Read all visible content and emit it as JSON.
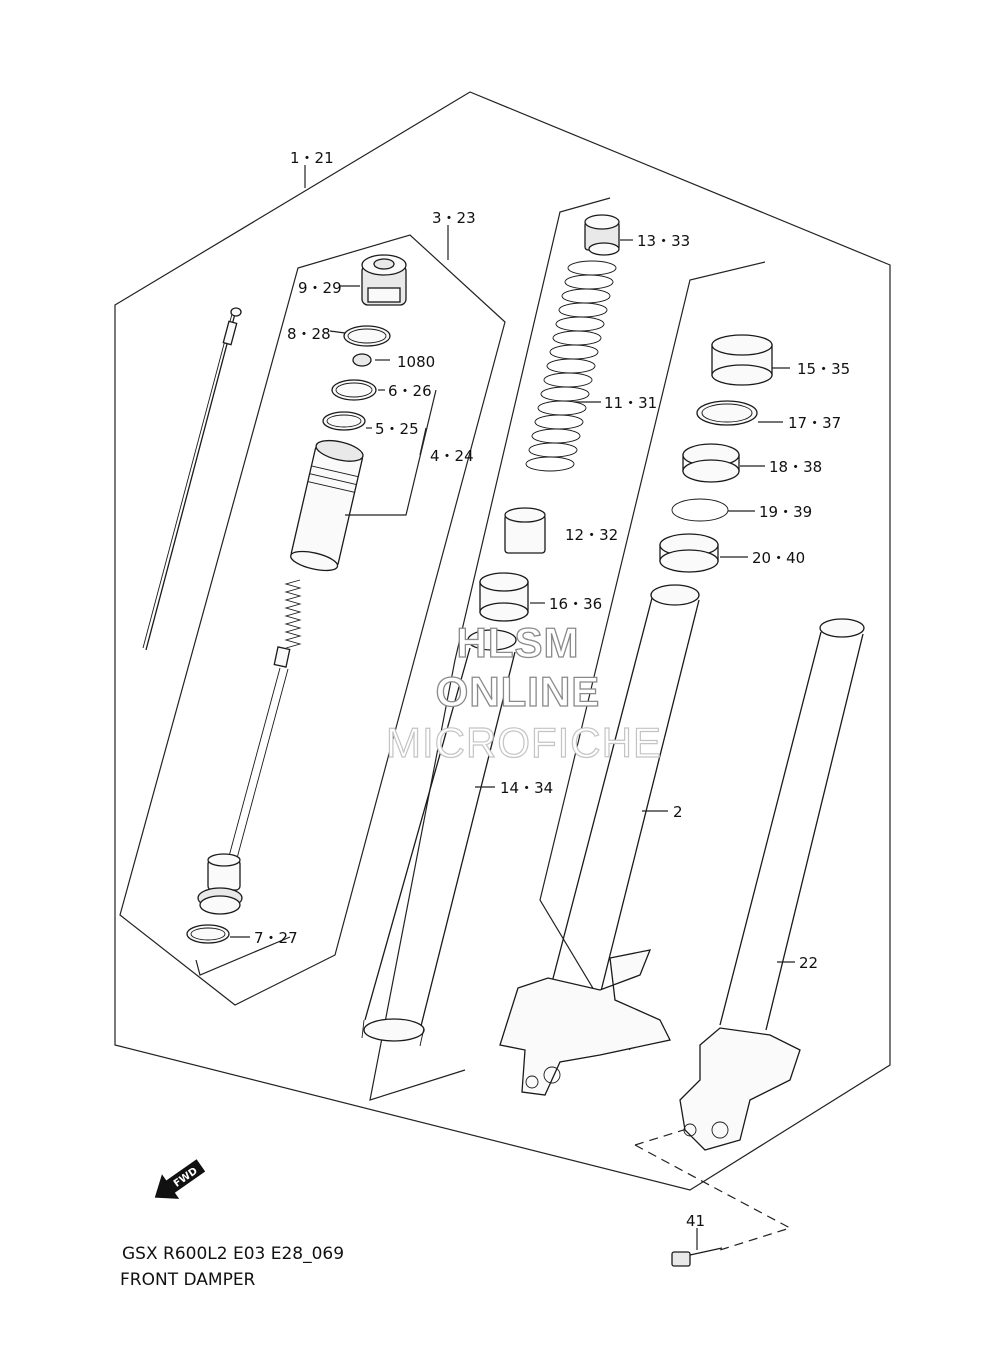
{
  "title": {
    "model": "GSX R600L2 E03 E28_069",
    "name": "FRONT DAMPER"
  },
  "watermark": [
    "HLSM",
    "ONLINE",
    "MICROFICHE"
  ],
  "direction_label": "FWD",
  "callouts": [
    {
      "id": "c-1",
      "label": "1・21"
    },
    {
      "id": "c-3",
      "label": "3・23"
    },
    {
      "id": "c-9",
      "label": "9・29"
    },
    {
      "id": "c-8",
      "label": "8・28"
    },
    {
      "id": "c-10",
      "label": "1080"
    },
    {
      "id": "c-6",
      "label": "6・26"
    },
    {
      "id": "c-5",
      "label": "5・25"
    },
    {
      "id": "c-4",
      "label": "4・24"
    },
    {
      "id": "c-7",
      "label": "7・27"
    },
    {
      "id": "c-13",
      "label": "13・33"
    },
    {
      "id": "c-11",
      "label": "11・31"
    },
    {
      "id": "c-12",
      "label": "12・32"
    },
    {
      "id": "c-16",
      "label": "16・36"
    },
    {
      "id": "c-14",
      "label": "14・34"
    },
    {
      "id": "c-15",
      "label": "15・35"
    },
    {
      "id": "c-17",
      "label": "17・37"
    },
    {
      "id": "c-18",
      "label": "18・38"
    },
    {
      "id": "c-19",
      "label": "19・39"
    },
    {
      "id": "c-20",
      "label": "20・40"
    },
    {
      "id": "c-2",
      "label": "2"
    },
    {
      "id": "c-22",
      "label": "22"
    },
    {
      "id": "c-41",
      "label": "41"
    }
  ]
}
